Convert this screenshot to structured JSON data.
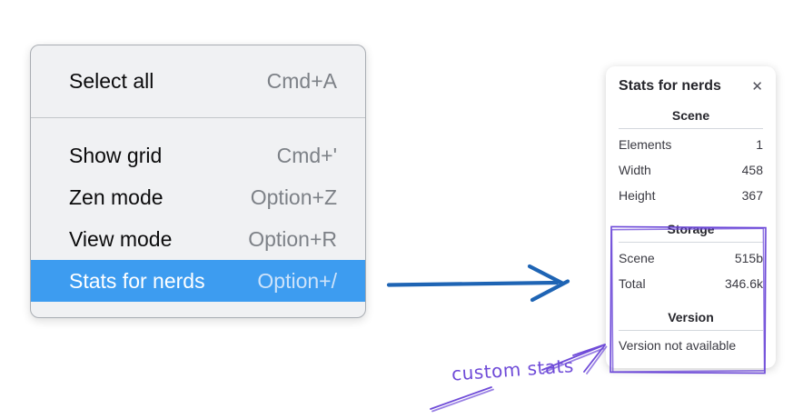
{
  "icons": {
    "close": "✕"
  },
  "colors": {
    "menu_highlight": "#3d9cf0",
    "flow_arrow_blue": "#1e64b4",
    "annotation_purple": "#6f4bd8",
    "menu_background": "#f0f1f3"
  },
  "menu": {
    "sections": [
      {
        "items": [
          {
            "label": "Select all",
            "shortcut": "Cmd+A"
          }
        ]
      },
      {
        "items": [
          {
            "label": "Show grid",
            "shortcut": "Cmd+'"
          },
          {
            "label": "Zen mode",
            "shortcut": "Option+Z"
          },
          {
            "label": "View mode",
            "shortcut": "Option+R"
          },
          {
            "label": "Stats for nerds",
            "shortcut": "Option+/",
            "selected": true
          }
        ]
      }
    ]
  },
  "stats": {
    "title": "Stats for nerds",
    "sections": [
      {
        "heading": "Scene",
        "rows": [
          {
            "label": "Elements",
            "value": "1"
          },
          {
            "label": "Width",
            "value": "458"
          },
          {
            "label": "Height",
            "value": "367"
          }
        ]
      },
      {
        "heading": "Storage",
        "rows": [
          {
            "label": "Scene",
            "value": "515b"
          },
          {
            "label": "Total",
            "value": "346.6k"
          }
        ]
      },
      {
        "heading": "Version",
        "note": "Version not available"
      }
    ]
  },
  "annotation": {
    "label": "custom stats"
  }
}
